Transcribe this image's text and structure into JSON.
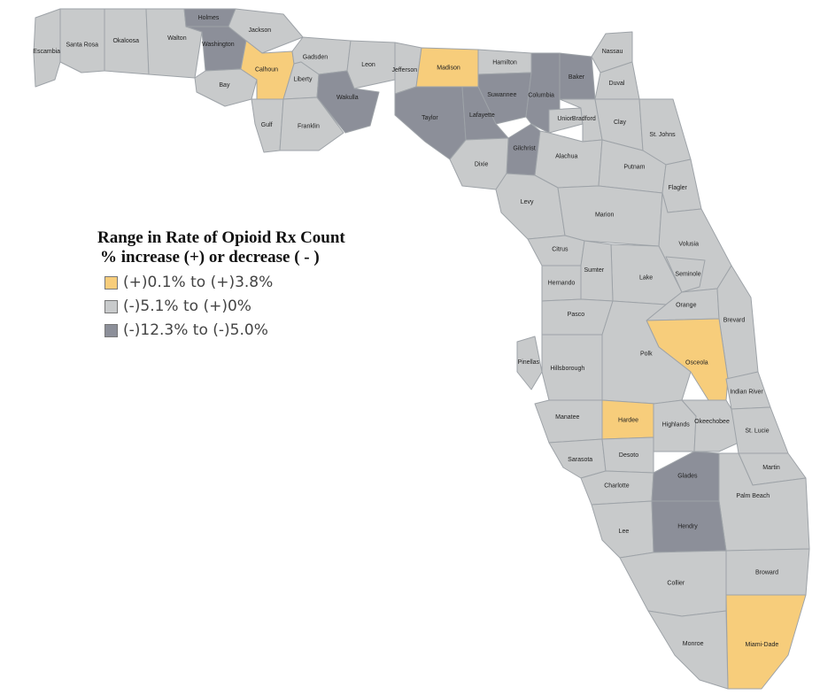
{
  "legend": {
    "title": "Range in Rate of Opioid Rx Count",
    "subtitle": "% increase (+) or decrease ( - )",
    "items": [
      {
        "label": "(+)0.1% to (+)3.8%",
        "color": "#f7cd7b"
      },
      {
        "label": "(-)5.1% to (+)0%",
        "color": "#c8cacb"
      },
      {
        "label": "(-)12.3% to (-)5.0%",
        "color": "#8c8f99"
      }
    ]
  },
  "colors": {
    "increase": "#f7cd7b",
    "neutral": "#c8cacb",
    "decrease": "#8c8f99",
    "border": "#9ea3a8"
  },
  "counties": [
    {
      "name": "Escambia",
      "category": "neutral"
    },
    {
      "name": "Santa Rosa",
      "category": "neutral"
    },
    {
      "name": "Okaloosa",
      "category": "neutral"
    },
    {
      "name": "Walton",
      "category": "neutral"
    },
    {
      "name": "Holmes",
      "category": "decrease"
    },
    {
      "name": "Washington",
      "category": "decrease"
    },
    {
      "name": "Jackson",
      "category": "neutral"
    },
    {
      "name": "Bay",
      "category": "neutral"
    },
    {
      "name": "Calhoun",
      "category": "increase"
    },
    {
      "name": "Gulf",
      "category": "neutral"
    },
    {
      "name": "Gadsden",
      "category": "neutral"
    },
    {
      "name": "Liberty",
      "category": "neutral"
    },
    {
      "name": "Franklin",
      "category": "neutral"
    },
    {
      "name": "Leon",
      "category": "neutral"
    },
    {
      "name": "Wakulla",
      "category": "decrease"
    },
    {
      "name": "Jefferson",
      "category": "neutral"
    },
    {
      "name": "Madison",
      "category": "increase"
    },
    {
      "name": "Taylor",
      "category": "decrease"
    },
    {
      "name": "Hamilton",
      "category": "neutral"
    },
    {
      "name": "Suwannee",
      "category": "decrease"
    },
    {
      "name": "Lafayette",
      "category": "decrease"
    },
    {
      "name": "Columbia",
      "category": "decrease"
    },
    {
      "name": "Baker",
      "category": "decrease"
    },
    {
      "name": "Nassau",
      "category": "neutral"
    },
    {
      "name": "Duval",
      "category": "neutral"
    },
    {
      "name": "Union",
      "category": "neutral"
    },
    {
      "name": "Bradford",
      "category": "neutral"
    },
    {
      "name": "Clay",
      "category": "neutral"
    },
    {
      "name": "St. Johns",
      "category": "neutral"
    },
    {
      "name": "Gilchrist",
      "category": "decrease"
    },
    {
      "name": "Dixie",
      "category": "neutral"
    },
    {
      "name": "Alachua",
      "category": "neutral"
    },
    {
      "name": "Putnam",
      "category": "neutral"
    },
    {
      "name": "Flagler",
      "category": "neutral"
    },
    {
      "name": "Levy",
      "category": "neutral"
    },
    {
      "name": "Marion",
      "category": "neutral"
    },
    {
      "name": "Volusia",
      "category": "neutral"
    },
    {
      "name": "Citrus",
      "category": "neutral"
    },
    {
      "name": "Lake",
      "category": "neutral"
    },
    {
      "name": "Seminole",
      "category": "neutral"
    },
    {
      "name": "Sumter",
      "category": "neutral"
    },
    {
      "name": "Hernando",
      "category": "neutral"
    },
    {
      "name": "Orange",
      "category": "neutral"
    },
    {
      "name": "Pasco",
      "category": "neutral"
    },
    {
      "name": "Brevard",
      "category": "neutral"
    },
    {
      "name": "Osceola",
      "category": "increase"
    },
    {
      "name": "Pinellas",
      "category": "neutral"
    },
    {
      "name": "Hillsborough",
      "category": "neutral"
    },
    {
      "name": "Polk",
      "category": "neutral"
    },
    {
      "name": "Indian River",
      "category": "neutral"
    },
    {
      "name": "Manatee",
      "category": "neutral"
    },
    {
      "name": "Hardee",
      "category": "increase"
    },
    {
      "name": "Highlands",
      "category": "neutral"
    },
    {
      "name": "Okeechobee",
      "category": "neutral"
    },
    {
      "name": "St. Lucie",
      "category": "neutral"
    },
    {
      "name": "Sarasota",
      "category": "neutral"
    },
    {
      "name": "Desoto",
      "category": "neutral"
    },
    {
      "name": "Martin",
      "category": "neutral"
    },
    {
      "name": "Charlotte",
      "category": "neutral"
    },
    {
      "name": "Glades",
      "category": "decrease"
    },
    {
      "name": "Palm Beach",
      "category": "neutral"
    },
    {
      "name": "Lee",
      "category": "neutral"
    },
    {
      "name": "Hendry",
      "category": "decrease"
    },
    {
      "name": "Collier",
      "category": "neutral"
    },
    {
      "name": "Broward",
      "category": "neutral"
    },
    {
      "name": "Miami-Dade",
      "category": "increase"
    },
    {
      "name": "Monroe",
      "category": "neutral"
    }
  ]
}
